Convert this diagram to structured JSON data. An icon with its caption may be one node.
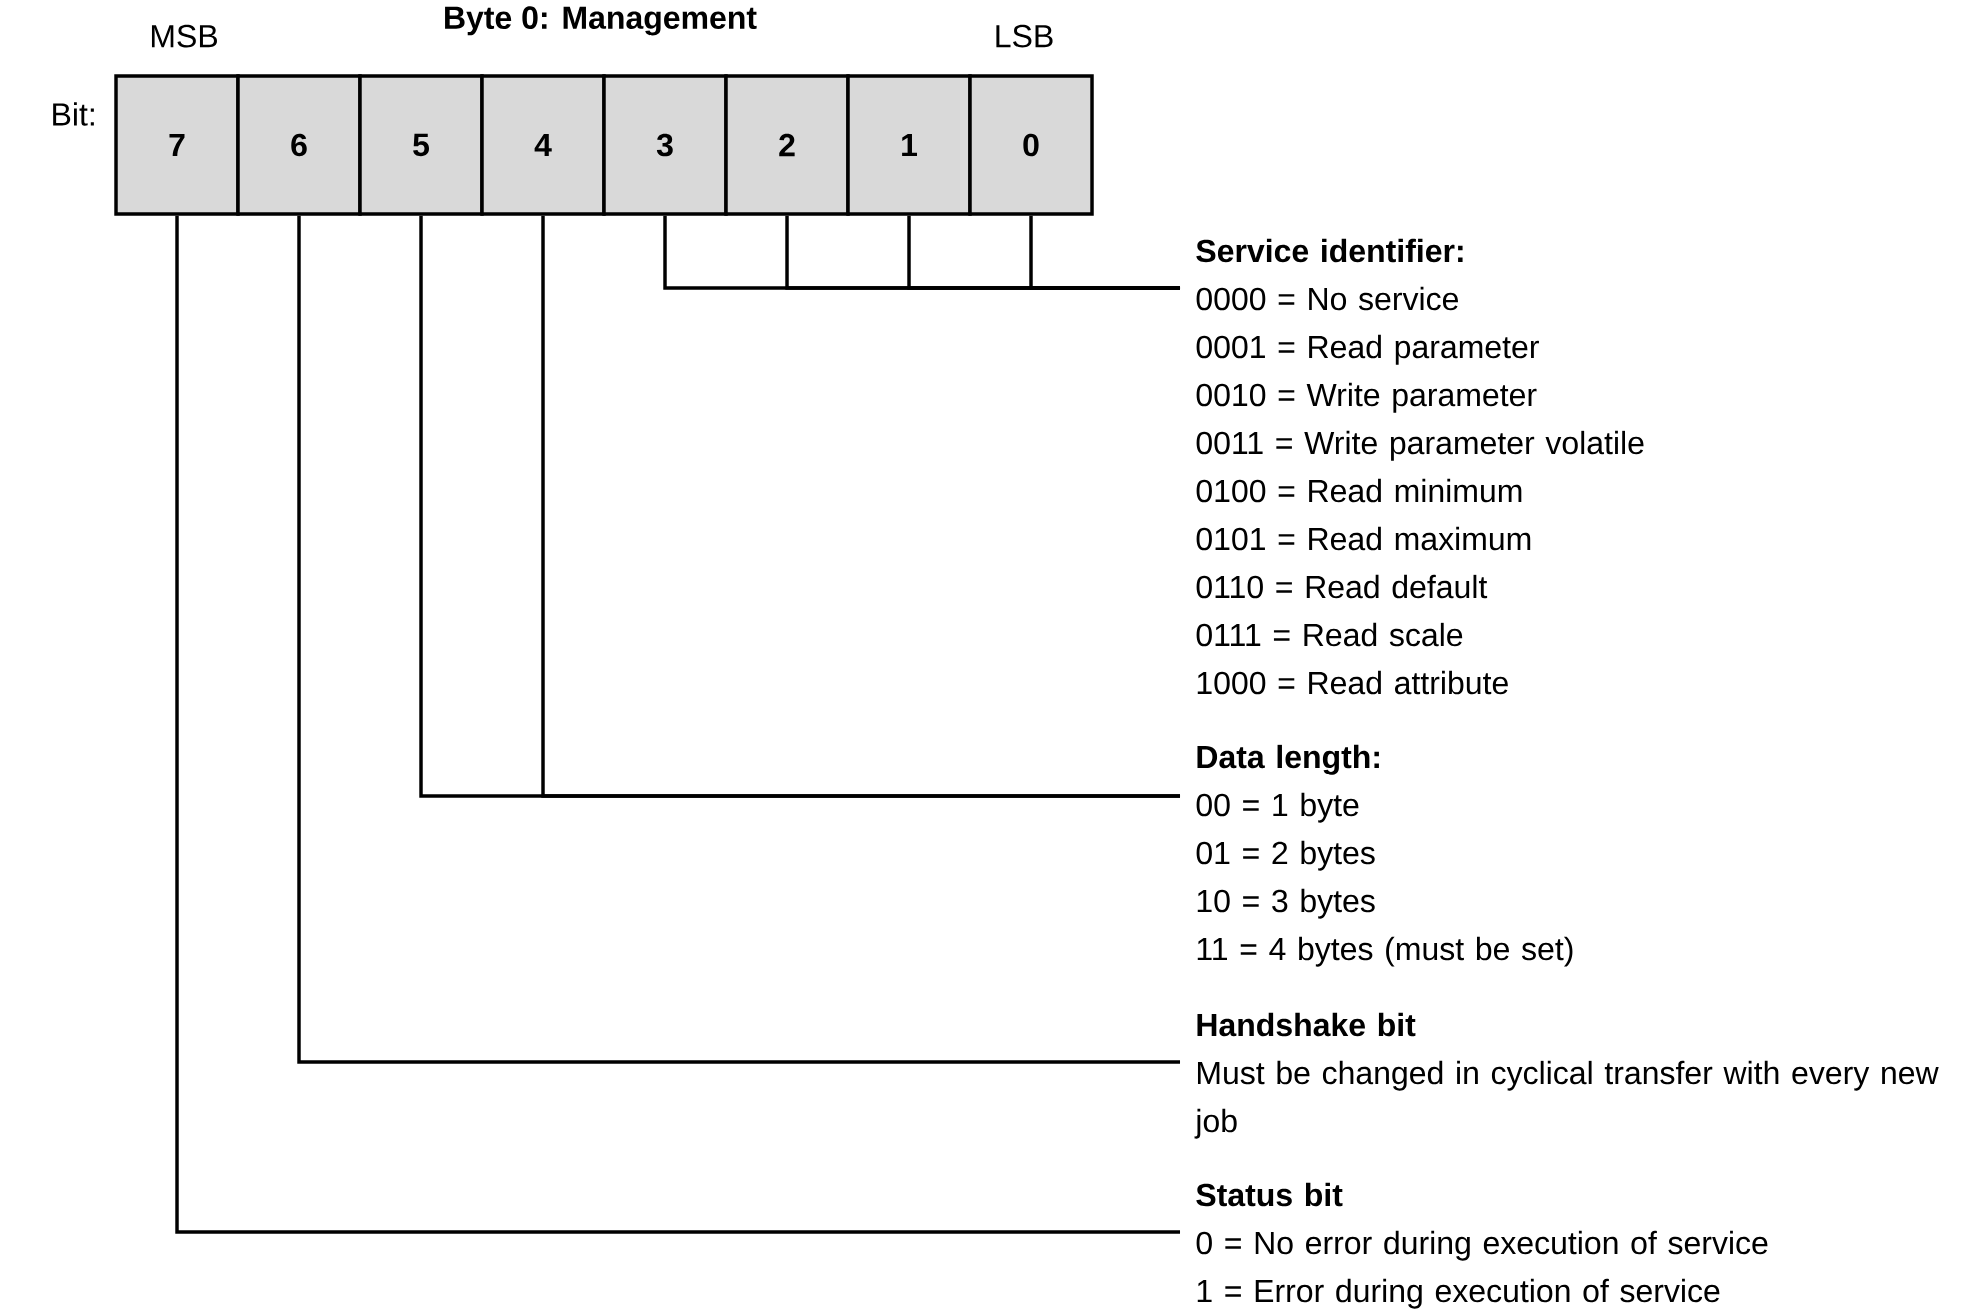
{
  "diagram": {
    "title": "Byte 0: Management",
    "nodes": [
      {
        "text": [
          "7"
        ]
      },
      {
        "text": [
          "6"
        ]
      },
      {
        "text": [
          "5"
        ]
      },
      {
        "text": [
          "4"
        ]
      },
      {
        "text": [
          "3"
        ]
      },
      {
        "text": [
          "2"
        ]
      },
      {
        "text": [
          "1"
        ]
      },
      {
        "text": [
          "0"
        ]
      },
      {
        "text": [
          "Service identifier:",
          "0000 = No service",
          "0001 = Read parameter",
          "0010 = Write parameter",
          "0011 = Write parameter volatile",
          "0100 = Read minimum",
          "0101 = Read maximum",
          "0110 = Read default",
          "0111 = Read scale",
          "1000 = Read attribute"
        ]
      },
      {
        "text": [
          "Data length:",
          "00 = 1 byte",
          "01 = 2 bytes",
          "10 = 3 bytes",
          "11 = 4 bytes (must be set)"
        ]
      },
      {
        "text": [
          "Handshake bit",
          "Must be changed in cyclical transfer with every new job"
        ]
      },
      {
        "text": [
          "Status bit",
          "0 = No error during execution of service",
          "1 = Error during execution of service"
        ]
      }
    ],
    "edges": [
      {
        "from": 4,
        "to": 8,
        "arrow": "none"
      },
      {
        "from": 5,
        "to": 8,
        "arrow": "none"
      },
      {
        "from": 6,
        "to": 8,
        "arrow": "none"
      },
      {
        "from": 7,
        "to": 8,
        "arrow": "none"
      },
      {
        "from": 2,
        "to": 9,
        "arrow": "none"
      },
      {
        "from": 3,
        "to": 9,
        "arrow": "none"
      },
      {
        "from": 1,
        "to": 10,
        "arrow": "none"
      },
      {
        "from": 0,
        "to": 11,
        "arrow": "none"
      }
    ],
    "labels": [
      "MSB",
      "LSB",
      "Bit:"
    ]
  }
}
